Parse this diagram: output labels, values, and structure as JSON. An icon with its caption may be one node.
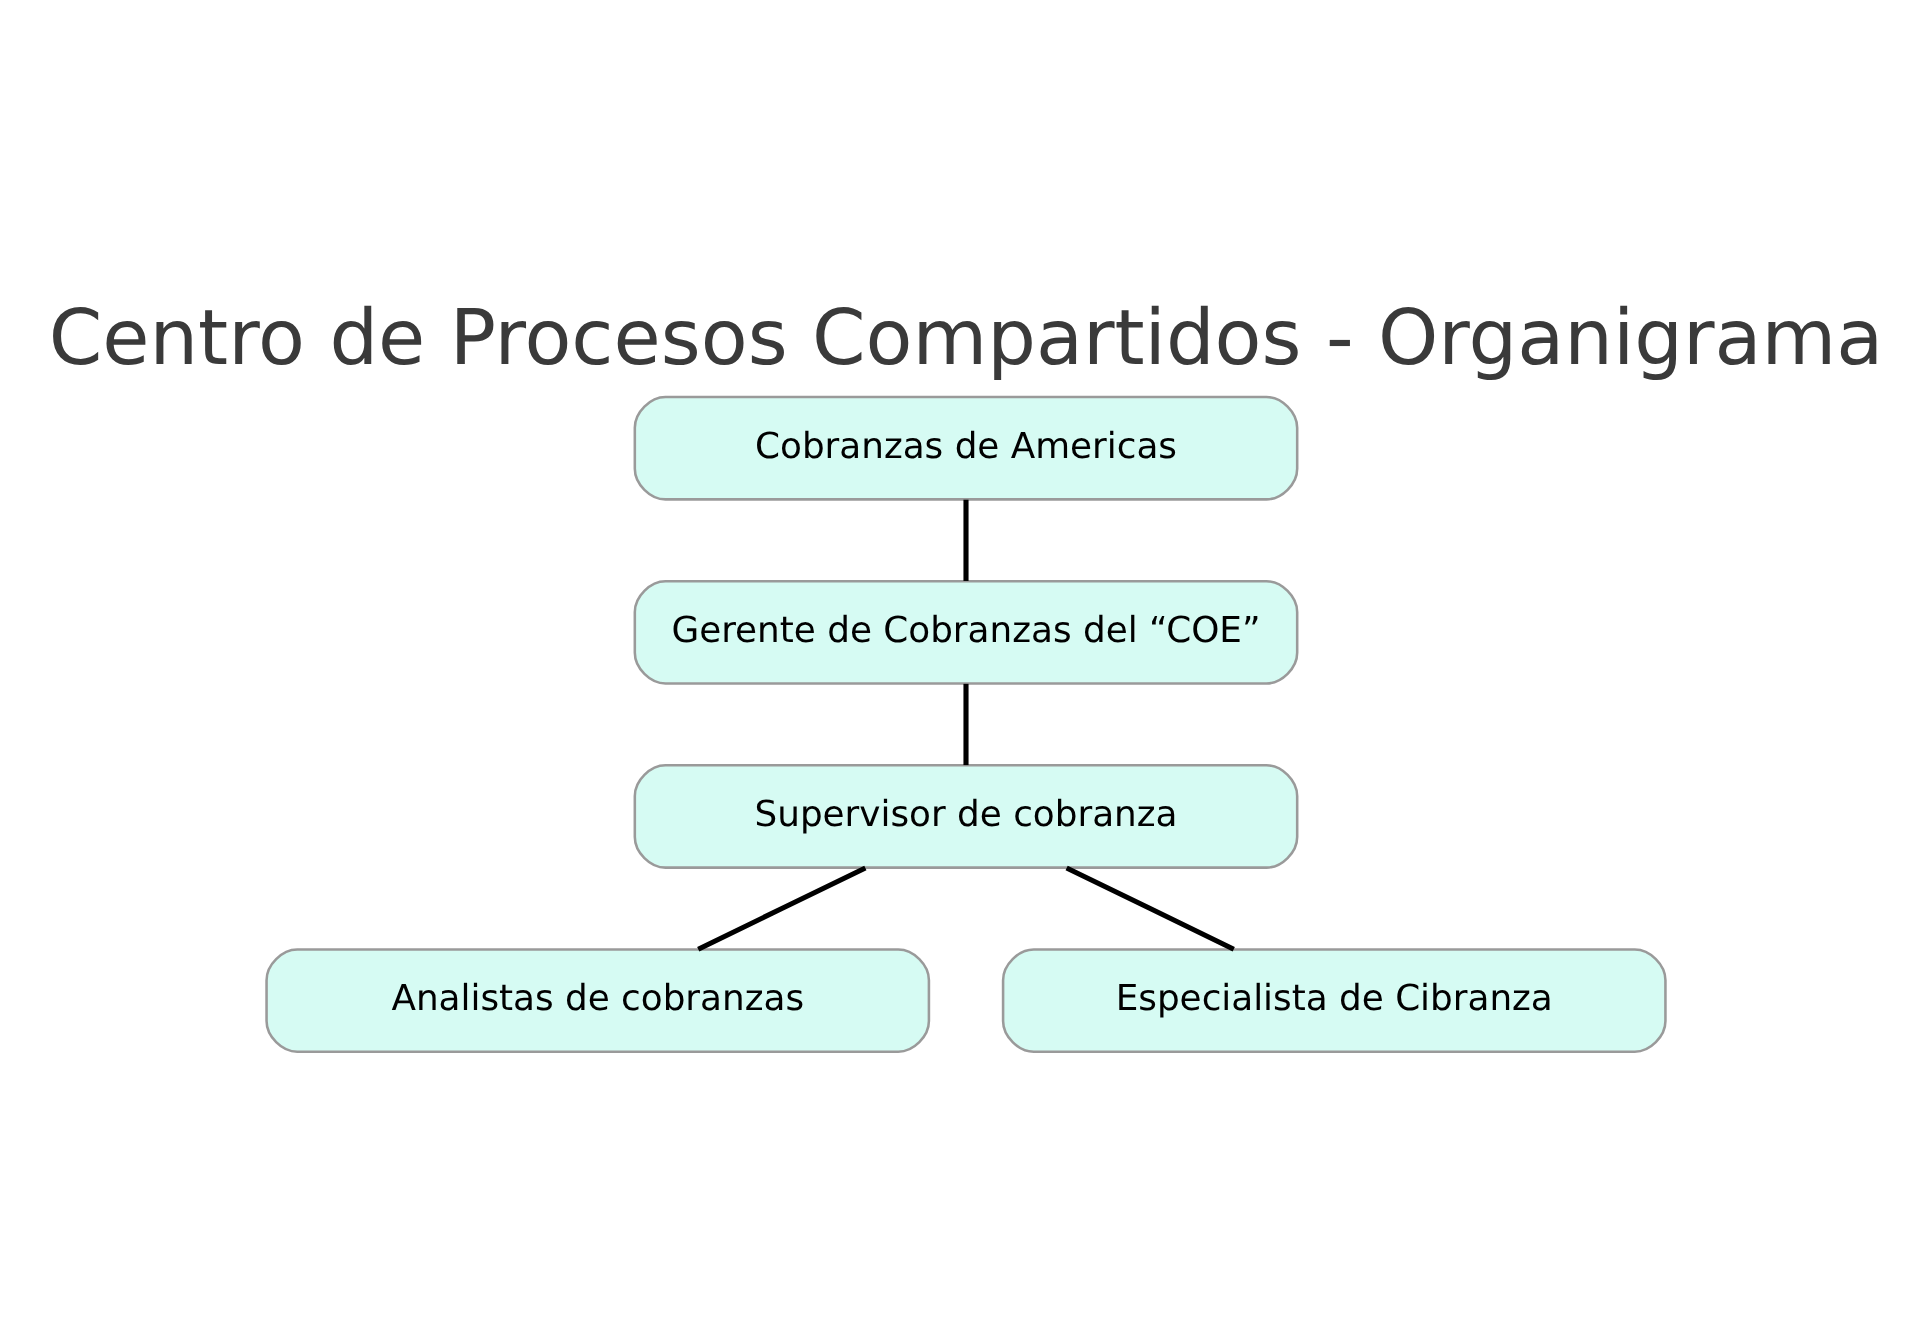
{
  "diagram": {
    "title": "Centro de Procesos Compartidos - Organigrama",
    "nodes": [
      {
        "text": [
          "Cobranzas de Americas"
        ]
      },
      {
        "text": [
          "Gerente de Cobranzas del “COE”"
        ]
      },
      {
        "text": [
          "Supervisor de cobranza"
        ]
      },
      {
        "text": [
          "Analistas de cobranzas"
        ]
      },
      {
        "text": [
          "Especialista de Cibranza"
        ]
      }
    ],
    "edges": [
      {
        "from": 0,
        "to": 1,
        "arrow": "none"
      },
      {
        "from": 1,
        "to": 2,
        "arrow": "none"
      },
      {
        "from": 2,
        "to": 3,
        "arrow": "none"
      },
      {
        "from": 2,
        "to": 4,
        "arrow": "none"
      }
    ]
  }
}
